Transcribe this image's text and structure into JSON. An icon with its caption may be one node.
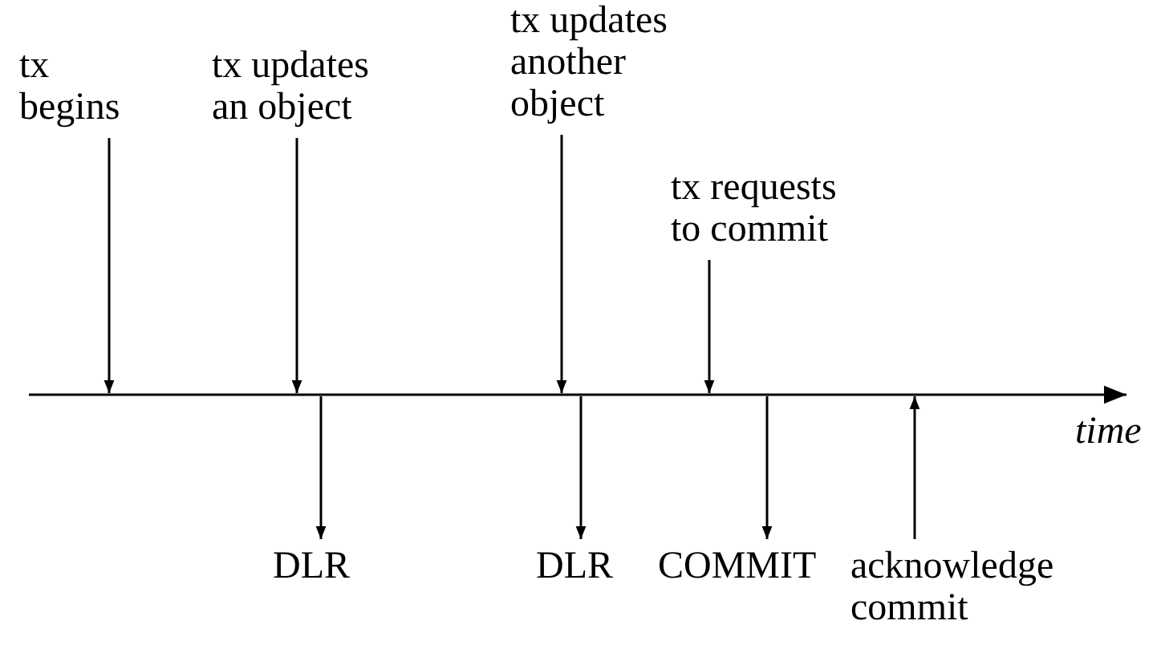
{
  "diagram": {
    "nodes": [
      {
        "text": [
          "tx begins"
        ]
      },
      {
        "text": [
          "tx updates an object"
        ]
      },
      {
        "text": [
          "tx updates another object"
        ]
      },
      {
        "text": [
          "tx requests to commit"
        ]
      },
      {
        "text": [
          "DLR"
        ]
      },
      {
        "text": [
          "DLR"
        ]
      },
      {
        "text": [
          "COMMIT"
        ]
      },
      {
        "text": [
          "acknowledge commit"
        ]
      }
    ],
    "edges": [
      {
        "from": 0,
        "to": null,
        "arrow": "to"
      },
      {
        "from": 1,
        "to": null,
        "arrow": "to"
      },
      {
        "from": null,
        "to": 4,
        "arrow": "to"
      },
      {
        "from": 2,
        "to": null,
        "arrow": "to"
      },
      {
        "from": null,
        "to": 5,
        "arrow": "to"
      },
      {
        "from": 3,
        "to": null,
        "arrow": "to"
      },
      {
        "from": null,
        "to": 6,
        "arrow": "to"
      },
      {
        "from": 7,
        "to": null,
        "arrow": "to"
      }
    ],
    "labels": [
      "time"
    ]
  }
}
